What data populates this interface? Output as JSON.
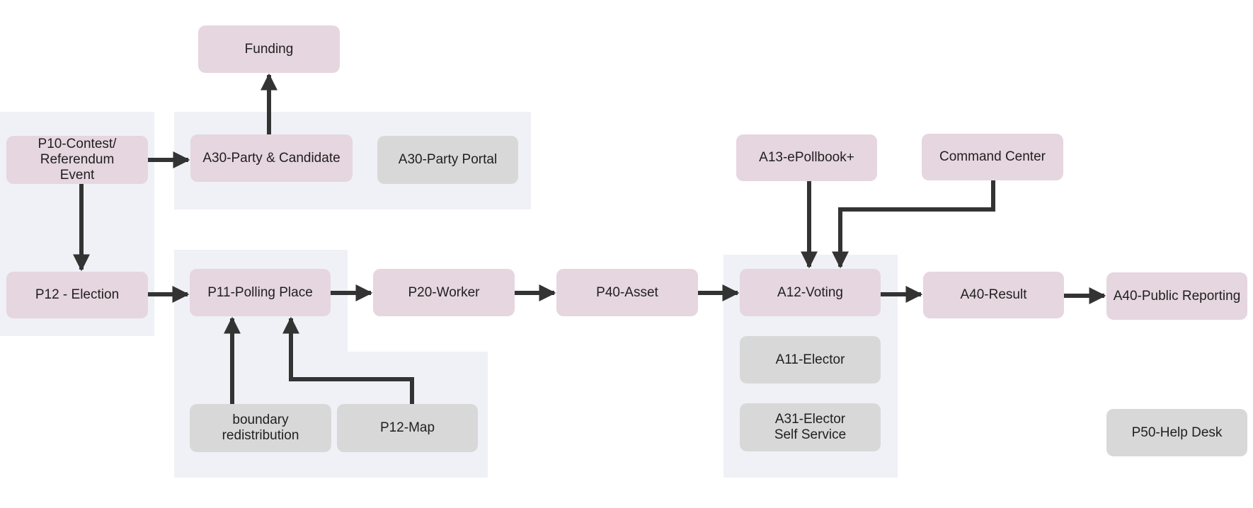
{
  "colors": {
    "primary_node": "#e6d6df",
    "secondary_node": "#d8d8d8",
    "group_bg": "#eff1f6",
    "arrow": "#333333"
  },
  "nodes": {
    "funding": "Funding",
    "p10": "P10-Contest/\nReferendum\nEvent",
    "a30_party_candidate": "A30-Party & Candidate",
    "a30_party_portal": "A30-Party Portal",
    "p12_election": "P12 - Election",
    "p11_polling_place": "P11-Polling Place",
    "p20_worker": "P20-Worker",
    "p40_asset": "P40-Asset",
    "a12_voting": "A12-Voting",
    "a40_result": "A40-Result",
    "a40_public_reporting": "A40-Public Reporting",
    "a13_epollbook": "A13-ePollbook+",
    "command_center": "Command Center",
    "a11_elector": "A11-Elector",
    "a31_elector_self_service": "A31-Elector\nSelf Service",
    "boundary_redistribution": "boundary\nredistribution",
    "p12_map": "P12-Map",
    "p50_help_desk": "P50-Help Desk"
  },
  "edges": [
    {
      "from": "p10",
      "to": "a30_party_candidate"
    },
    {
      "from": "a30_party_candidate",
      "to": "funding"
    },
    {
      "from": "p10",
      "to": "p12_election"
    },
    {
      "from": "p12_election",
      "to": "p11_polling_place"
    },
    {
      "from": "p11_polling_place",
      "to": "p20_worker"
    },
    {
      "from": "p20_worker",
      "to": "p40_asset"
    },
    {
      "from": "p40_asset",
      "to": "a12_voting"
    },
    {
      "from": "a12_voting",
      "to": "a40_result"
    },
    {
      "from": "a40_result",
      "to": "a40_public_reporting"
    },
    {
      "from": "a13_epollbook",
      "to": "a12_voting"
    },
    {
      "from": "command_center",
      "to": "a12_voting"
    },
    {
      "from": "boundary_redistribution",
      "to": "p11_polling_place"
    },
    {
      "from": "p12_map",
      "to": "p11_polling_place"
    }
  ]
}
